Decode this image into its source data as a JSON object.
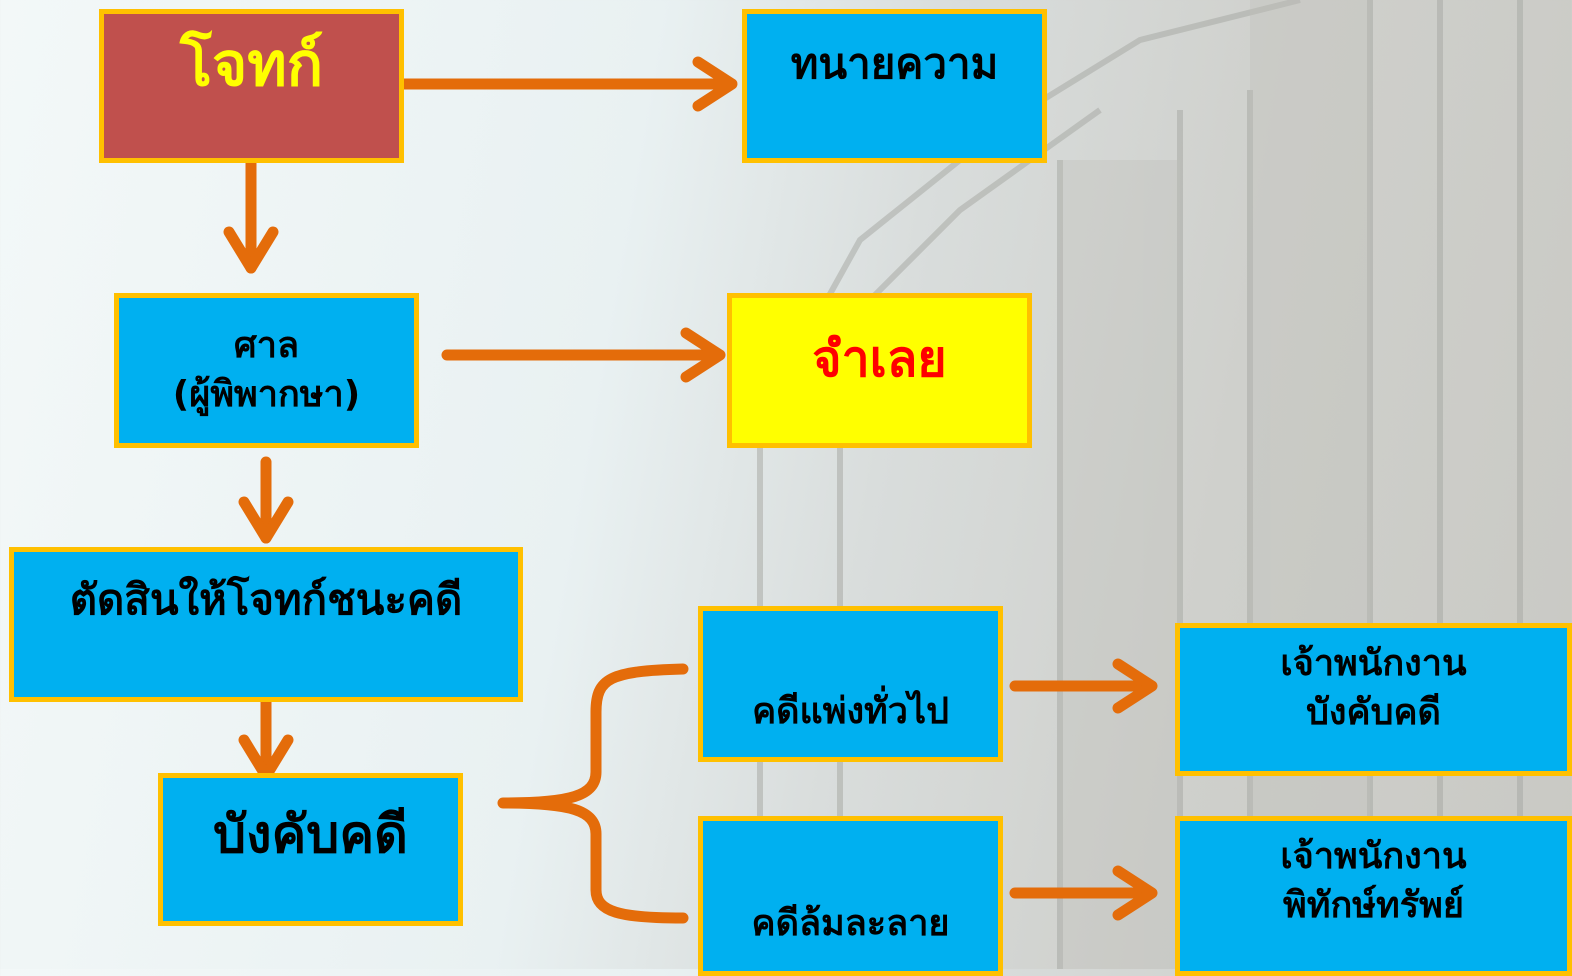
{
  "nodes": {
    "plaintiff": "โจทก์",
    "lawyer": "ทนายความ",
    "court_line1": "ศาล",
    "court_line2": "(ผู้พิพากษา)",
    "defendant": "จำเลย",
    "judgment": "ตัดสินให้โจทก์ชนะคดี",
    "enforcement": "บังคับคดี",
    "civil_case": "คดีแพ่งทั่วไป",
    "bankruptcy_case": "คดีล้มละลาย",
    "enforcement_officer_line1": "เจ้าพนักงาน",
    "enforcement_officer_line2": "บังคับคดี",
    "receiver_officer_line1": "เจ้าพนักงาน",
    "receiver_officer_line2": "พิทักษ์ทรัพย์"
  },
  "colors": {
    "box_fill": "#00b0f0",
    "box_border": "#ffc000",
    "plaintiff_fill": "#c0504d",
    "plaintiff_text": "#ffff00",
    "defendant_fill": "#ffff00",
    "defendant_text": "#ff0000",
    "arrow": "#e46c0a"
  }
}
